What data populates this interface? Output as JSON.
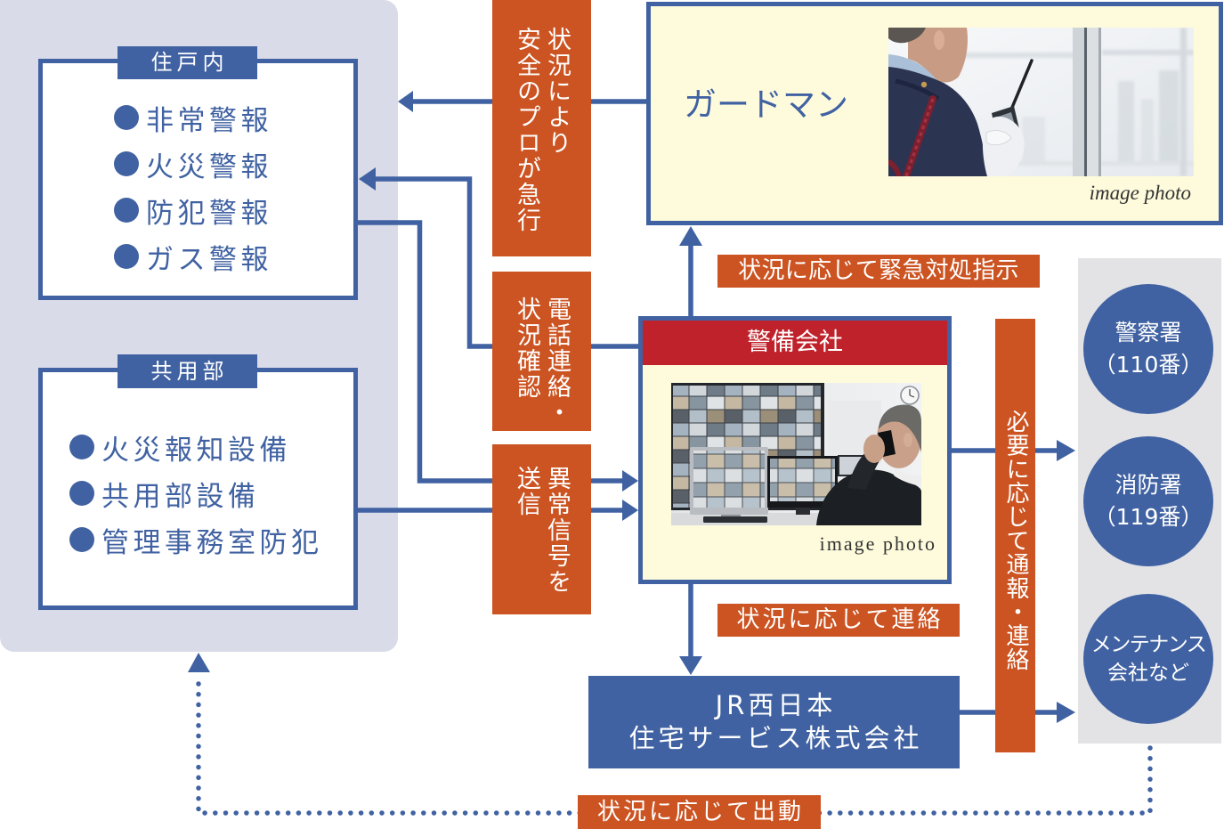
{
  "residence_panel": {
    "unit": {
      "tag": "住戸内",
      "items": [
        "非常警報",
        "火災警報",
        "防犯警報",
        "ガス警報"
      ]
    },
    "common": {
      "tag": "共用部",
      "items": [
        "火災報知設備",
        "共用部設備",
        "管理事務室防犯"
      ]
    },
    "list_bullet_icon": "filled-circle"
  },
  "guardman": {
    "title": "ガードマン",
    "photo": "security-guard-holding-radio",
    "caption": "image photo"
  },
  "security_company": {
    "title": "警備会社",
    "photo": "operator-on-phone-with-cctv-monitors",
    "caption": "image photo"
  },
  "management_company": {
    "lines": [
      "JR西日本",
      "住宅サービス株式会社"
    ]
  },
  "external_agencies": [
    {
      "name": "警察署",
      "detail": "（110番）"
    },
    {
      "name": "消防署",
      "detail": "（119番）"
    },
    {
      "name": "メンテナンス",
      "detail": "会社など"
    }
  ],
  "flow_labels": {
    "guard_rush": [
      "状況により",
      "安全のプロが急行"
    ],
    "phone_check": [
      "電話連絡・",
      "状況確認"
    ],
    "send_signal": [
      "異常信号を",
      "送信"
    ],
    "emergency_instruction": "状況に応じて緊急対処指示",
    "report_contact": "必要に応じて通報・連絡",
    "contact_as_needed": "状況に応じて連絡",
    "dispatch": "状況に応じて出動"
  },
  "connections": [
    {
      "from": "guardman",
      "to": "residence_panel",
      "label": "guard_rush",
      "line": "solid",
      "arrow": "to"
    },
    {
      "from": "security_company",
      "to": "unit",
      "label": "phone_check",
      "line": "solid",
      "arrow": "to"
    },
    {
      "from": "unit",
      "to": "security_company",
      "label": "send_signal",
      "line": "solid",
      "arrow": "to"
    },
    {
      "from": "common",
      "to": "security_company",
      "label": "send_signal",
      "line": "solid",
      "arrow": "to"
    },
    {
      "from": "security_company",
      "to": "guardman",
      "label": "emergency_instruction",
      "line": "solid",
      "arrow": "to"
    },
    {
      "from": "security_company",
      "to": "management_company",
      "label": "contact_as_needed",
      "line": "solid",
      "arrow": "to"
    },
    {
      "from": "security_company",
      "to": "external_agencies",
      "label": "report_contact",
      "line": "solid",
      "arrow": "to"
    },
    {
      "from": "management_company",
      "to": "external_agencies",
      "label": "report_contact",
      "line": "solid",
      "arrow": "to"
    },
    {
      "from": "external_agencies",
      "to": "residence_panel",
      "label": "dispatch",
      "line": "dotted",
      "arrow": "to"
    }
  ],
  "colors": {
    "primary_blue": "#4062a2",
    "orange_label": "#cc5422",
    "security_header_red": "#c0222b",
    "cream_fill": "#fefbdc",
    "residence_panel_gray": "#d9dbe8",
    "agencies_panel_gray": "#e3e3e6",
    "caption_text": "#333333"
  }
}
